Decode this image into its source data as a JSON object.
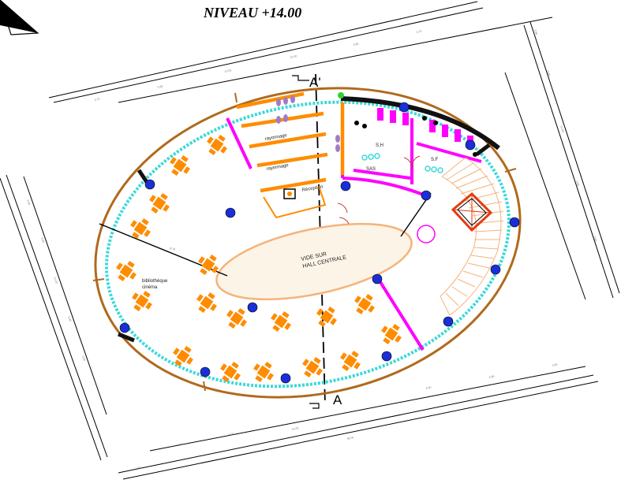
{
  "drawing": {
    "title": "NIVEAU +14.00",
    "section_top": "A'",
    "section_bottom": "A"
  },
  "rooms": {
    "void": [
      "VIDE SUR",
      "HALL CENTRALE"
    ],
    "library": [
      "bibliothèque",
      "cinéma"
    ],
    "men_wc": "S.H",
    "women_wc": "S.F",
    "airlock": "SAS",
    "reception": "Réception",
    "storage_top": "rayonnage",
    "storage_bottom": "rayonnage"
  },
  "dimensions": {
    "top": [
      "4.70",
      "5.80",
      "10.00",
      "10.00",
      "5.80",
      "4.70"
    ],
    "bottom": [
      "1.90",
      "5.90",
      "6.00",
      "10.00",
      "36.00",
      "6.00",
      "4.80",
      "3.90"
    ],
    "left": [
      "3.90",
      "5.80",
      "10.00",
      "5.80",
      "3.90"
    ],
    "right": [
      "3.90",
      "5.80",
      "10.00",
      "5.80",
      "3.90"
    ],
    "interior": "8.70"
  },
  "colors": {
    "wall": "#b06a1c",
    "glazing": "#3ad9d9",
    "partition": "#ff00ff",
    "furniture": "#ff8c00",
    "column": "#1a2fd8",
    "dark_wall": "#111111",
    "stair": "#f5b37a",
    "elevator": "#e33b10",
    "void_fill": "#fdf4e8"
  }
}
